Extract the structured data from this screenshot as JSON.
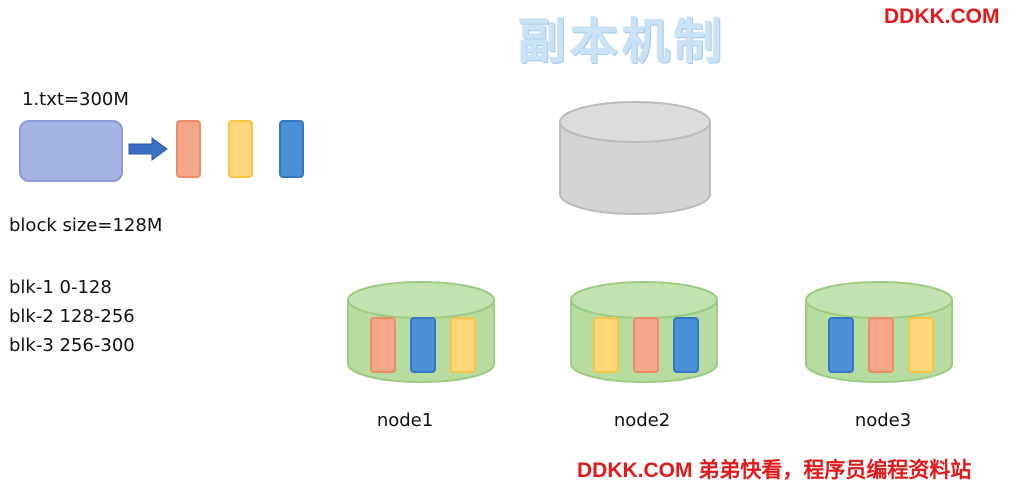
{
  "title": "副本机制",
  "brand": {
    "top": "DDKK.COM",
    "bottom": "DDKK.COM 弟弟快看，程序员编程资料站"
  },
  "file": {
    "label": "1.txt=300M"
  },
  "block_size_label": "block size=128M",
  "blocks": [
    {
      "label": "blk-1 0-128",
      "color": "#f4a58a",
      "border": "#ee8c68"
    },
    {
      "label": "blk-2 128-256",
      "color": "#ffd77a",
      "border": "#f9c344"
    },
    {
      "label": "blk-3 256-300",
      "color": "#4a90d9",
      "border": "#3577c2"
    }
  ],
  "colors": {
    "namenode_fill": "#d4d4d4",
    "namenode_stroke": "#bcbcbc",
    "datanode_fill": "#b6dca0",
    "datanode_stroke": "#9ccb83",
    "file_fill": "#a5b3e2",
    "arrow": "#3a6fc4"
  },
  "nodes": [
    {
      "label": "node1",
      "block_order": [
        0,
        2,
        1
      ]
    },
    {
      "label": "node2",
      "block_order": [
        1,
        0,
        2
      ]
    },
    {
      "label": "node3",
      "block_order": [
        2,
        0,
        1
      ]
    }
  ]
}
